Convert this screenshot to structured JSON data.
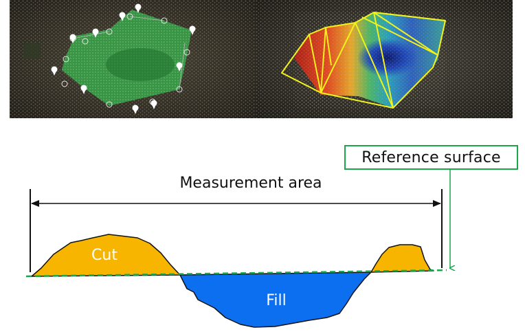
{
  "images": {
    "left_panel": "point-cloud-with-measurement-polygon",
    "right_panel": "point-cloud-with-triangulated-elevation-heatmap"
  },
  "diagram": {
    "reference_label": "Reference surface",
    "measurement_label": "Measurement area",
    "cut_label": "Cut",
    "fill_label": "Fill"
  },
  "colors": {
    "cut": "#f7b500",
    "fill": "#0b6ff0",
    "reference": "#1aa74b",
    "polygon_fill": "#37a84a",
    "wireframe": "#f1f21b",
    "outline": "#111111"
  },
  "icons": [
    "map-pin-icon",
    "vertex-marker-icon",
    "arrow-head-icon"
  ]
}
